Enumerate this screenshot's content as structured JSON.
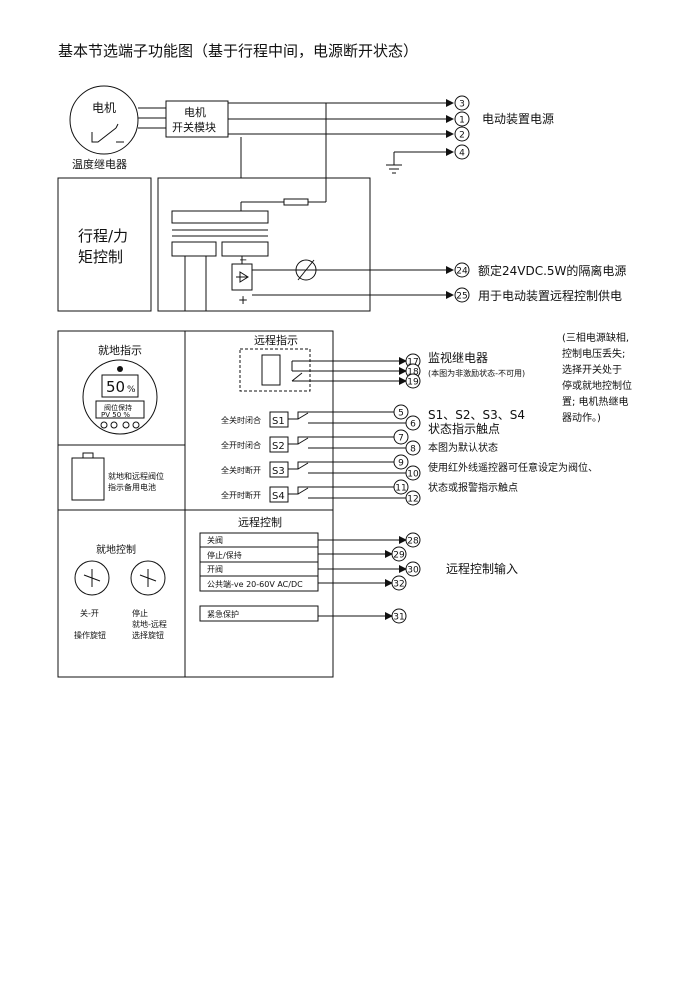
{
  "title": "基本节选端子功能图（基于行程中间，电源断开状态）",
  "top": {
    "motor_label": "电机",
    "thermal_relay_label": "温度继电器",
    "switch_module_lines": [
      "电机",
      "开关模块"
    ],
    "power_label": "电动装置电源",
    "power_terminals": [
      "3",
      "1",
      "2",
      "4"
    ]
  },
  "travel": {
    "label_lines": [
      "行程/力",
      "矩控制"
    ],
    "terminals": [
      "24",
      "25"
    ],
    "labels": [
      "额定24VDC.5W的隔离电源",
      "用于电动装置远程控制供电"
    ],
    "minus": "−",
    "plus": "+"
  },
  "local_indicator": {
    "title": "就地指示",
    "display_value": "50",
    "display_unit": "%",
    "status_line1": "阀位保持",
    "status_line2": "PV 50 %"
  },
  "battery": {
    "label_lines": [
      "就地和远程阀位",
      "指示备用电池"
    ]
  },
  "remote_indicator": {
    "title": "远程指示",
    "terminals": [
      "17",
      "18",
      "19"
    ],
    "relay_label": "监视继电器",
    "relay_note": "(本图为非激励状态-不可用)",
    "side_note_lines": [
      "(三相电源缺相,",
      "控制电压丢失;",
      "选择开关处于",
      "停或就地控制位",
      "置; 电机热继电",
      "器动作。)"
    ]
  },
  "switches": [
    {
      "label": "全关时闭合",
      "name": "S1",
      "terminals": [
        "5",
        "6"
      ]
    },
    {
      "label": "全开时闭合",
      "name": "S2",
      "terminals": [
        "7",
        "8"
      ]
    },
    {
      "label": "全关时断开",
      "name": "S3",
      "terminals": [
        "9",
        "10"
      ]
    },
    {
      "label": "全开时断开",
      "name": "S4",
      "terminals": [
        "11",
        "12"
      ]
    }
  ],
  "switch_notes": [
    "S1、S2、S3、S4",
    "状态指示触点",
    "本图为默认状态",
    "使用红外线遥控器可任意设定为阀位、",
    "状态或报警指示触点"
  ],
  "local_control": {
    "title": "就地控制",
    "knob1_lines": [
      "关-开",
      "操作旋钮"
    ],
    "knob2_lines": [
      "停止",
      "就地-远程",
      "选择旋钮"
    ]
  },
  "remote_control": {
    "title": "远程控制",
    "rows": [
      {
        "label": "关阀",
        "terminal": "28"
      },
      {
        "label": "停止/保持",
        "terminal": "29"
      },
      {
        "label": "开阀",
        "terminal": "30"
      },
      {
        "label": "公共端-ve 20-60V  AC/DC",
        "terminal": "32"
      }
    ],
    "emergency": {
      "label": "紧急保护",
      "terminal": "31"
    },
    "input_label": "远程控制输入"
  }
}
